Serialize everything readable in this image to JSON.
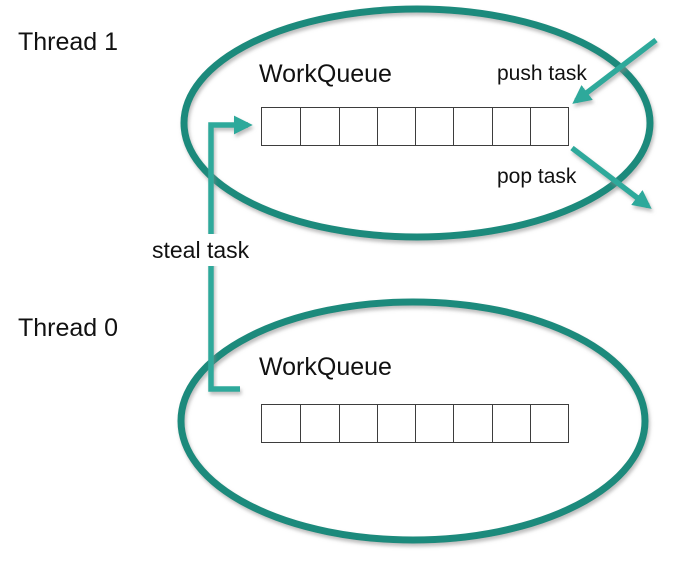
{
  "labels": {
    "thread1": "Thread 1",
    "thread0": "Thread 0",
    "workqueue_top": "WorkQueue",
    "workqueue_bottom": "WorkQueue",
    "push_task": "push task",
    "pop_task": "pop task",
    "steal_task": "steal task"
  },
  "queues": {
    "top_cells": 8,
    "bottom_cells": 8
  },
  "colors": {
    "ellipse_stroke": "#1E8A7C",
    "arrow": "#2EA99B",
    "queue_border": "#3d3d3d",
    "text": "#111111",
    "background": "#ffffff"
  }
}
